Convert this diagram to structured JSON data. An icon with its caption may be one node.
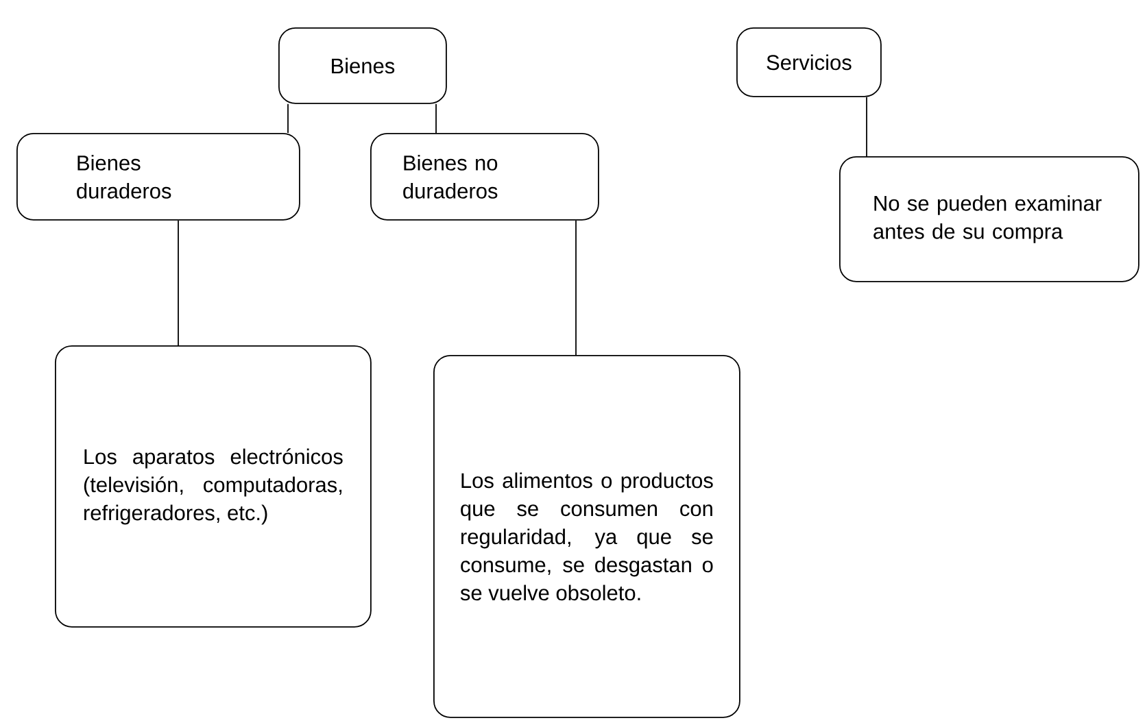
{
  "diagram": {
    "nodes": [
      {
        "text": [
          "Bienes"
        ]
      },
      {
        "text": [
          "Servicios"
        ]
      },
      {
        "text": [
          "Bienes duraderos"
        ]
      },
      {
        "text": [
          "Bienes no duraderos"
        ]
      },
      {
        "text": [
          "No se pueden examinar antes de su compra"
        ]
      },
      {
        "text": [
          "Los aparatos electrónicos (televisión, computadoras, refrigeradores, etc.)"
        ]
      },
      {
        "text": [
          "Los alimentos o productos que se consumen con regularidad, ya que se consume, se desgastan o se vuelve obsoleto."
        ]
      }
    ],
    "edges": [
      {
        "from": 0,
        "to": 2,
        "arrow": "none"
      },
      {
        "from": 0,
        "to": 3,
        "arrow": "none"
      },
      {
        "from": 1,
        "to": 4,
        "arrow": "none"
      },
      {
        "from": 2,
        "to": 5,
        "arrow": "none"
      },
      {
        "from": 3,
        "to": 6,
        "arrow": "none"
      }
    ]
  }
}
